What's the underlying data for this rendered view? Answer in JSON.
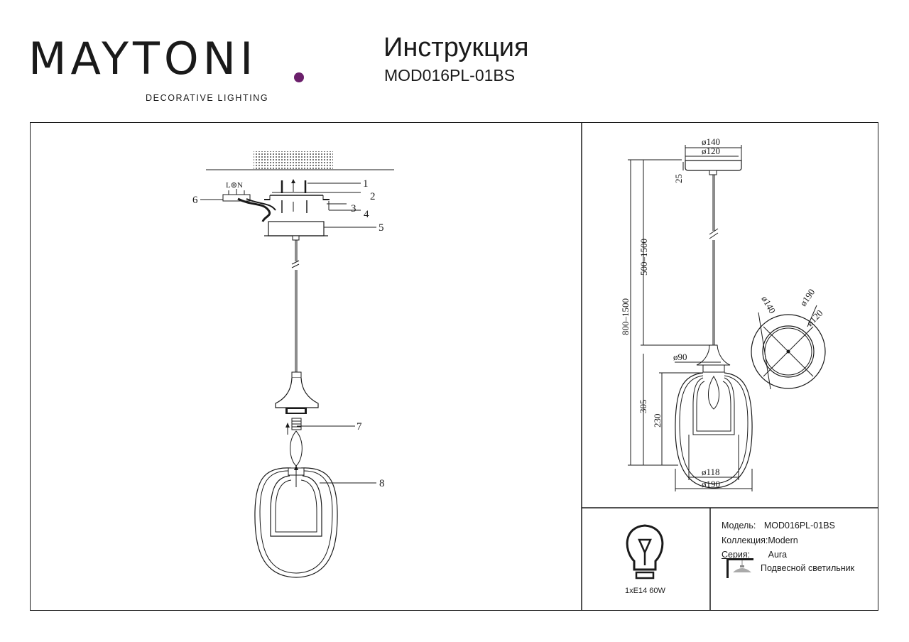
{
  "header": {
    "brand": "MAYTONI",
    "brand_subtitle": "DECORATIVE LIGHTING",
    "title": "Инструкция",
    "model_code": "MOD016PL-01BS"
  },
  "assembly": {
    "terminal_label": "L⊕N",
    "callouts": [
      "1",
      "2",
      "3",
      "4",
      "5",
      "6",
      "7",
      "8"
    ]
  },
  "dimensions": {
    "canopy_outer": "ø140",
    "canopy_inner": "ø120",
    "canopy_height": "25",
    "cable_length": "500–1500",
    "total_height": "800–1500",
    "holder_diameter": "ø90",
    "shade_height": "305",
    "inner_height": "230",
    "inner_diameter": "ø118",
    "outer_diameter": "ø190",
    "top_view_outer": "ø190",
    "top_view_middle": "ø140",
    "top_view_inner": "ø120"
  },
  "specs": {
    "bulb": "1xE14 60W",
    "model_label": "Модель:",
    "model_value": "MOD016PL-01BS",
    "collection_label": "Коллекция:",
    "collection_value": "Modern",
    "series_label": "Серия:",
    "series_value": "Aura",
    "type_value": "Подвесной светильник"
  },
  "colors": {
    "ink": "#1a1a1a",
    "brand_accent": "#6b1f6b"
  }
}
